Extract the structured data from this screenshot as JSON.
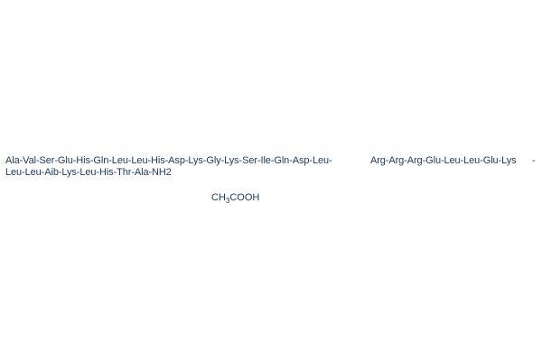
{
  "sequence": {
    "line1_left": "Ala-Val-Ser-Glu-His-Gln-Leu-Leu-His-Asp-Lys-Gly-Lys-Ser-Ile-Gln-Asp-Leu-",
    "line1_right": "Arg-Arg-Arg-Glu-Leu-Leu-Glu-Lys",
    "line1_dash": "-",
    "line2": "Leu-Leu-Aib-Lys-Leu-His-Thr-Ala-NH2"
  },
  "salt": {
    "prefix": "CH",
    "subscript": "3",
    "suffix": "COOH"
  }
}
